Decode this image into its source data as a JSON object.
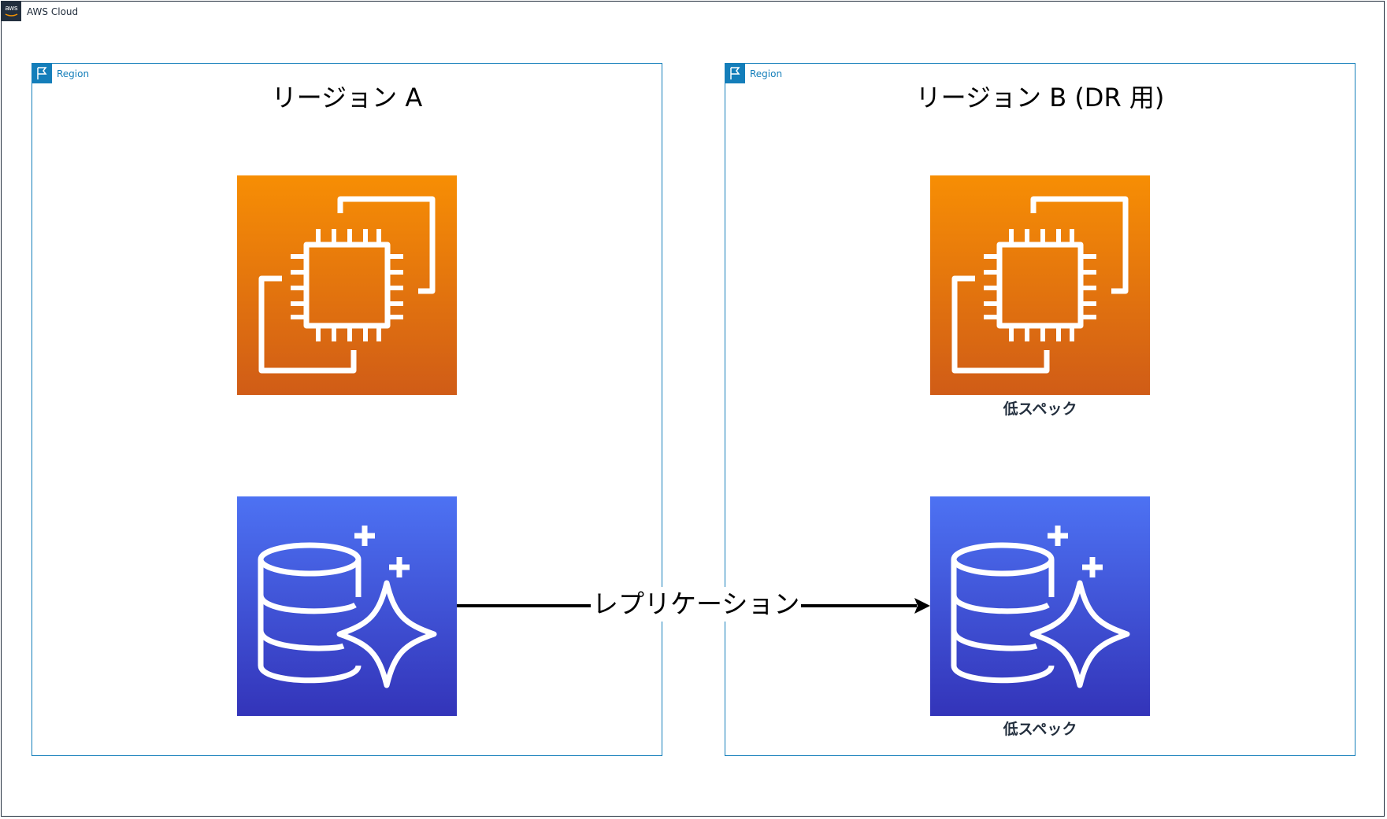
{
  "cloud": {
    "label": "AWS Cloud",
    "logo_text": "aws"
  },
  "regions": [
    {
      "tag": "Region",
      "title": "リージョン A",
      "compute": {
        "icon": "ec2-icon",
        "caption": ""
      },
      "database": {
        "icon": "aurora-db-icon",
        "caption": ""
      }
    },
    {
      "tag": "Region",
      "title": "リージョン B (DR 用)",
      "compute": {
        "icon": "ec2-icon",
        "caption": "低スペック"
      },
      "database": {
        "icon": "aurora-db-icon",
        "caption": "低スペック"
      }
    }
  ],
  "edge": {
    "label": "レプリケーション",
    "from": "リージョン A database",
    "to": "リージョン B database"
  },
  "colors": {
    "cloud_border": "#232f3e",
    "region_border": "#147eba",
    "compute_top": "#f78e04",
    "compute_bottom": "#d05c17",
    "db_top": "#4d72f3",
    "db_bottom": "#3334b9"
  }
}
